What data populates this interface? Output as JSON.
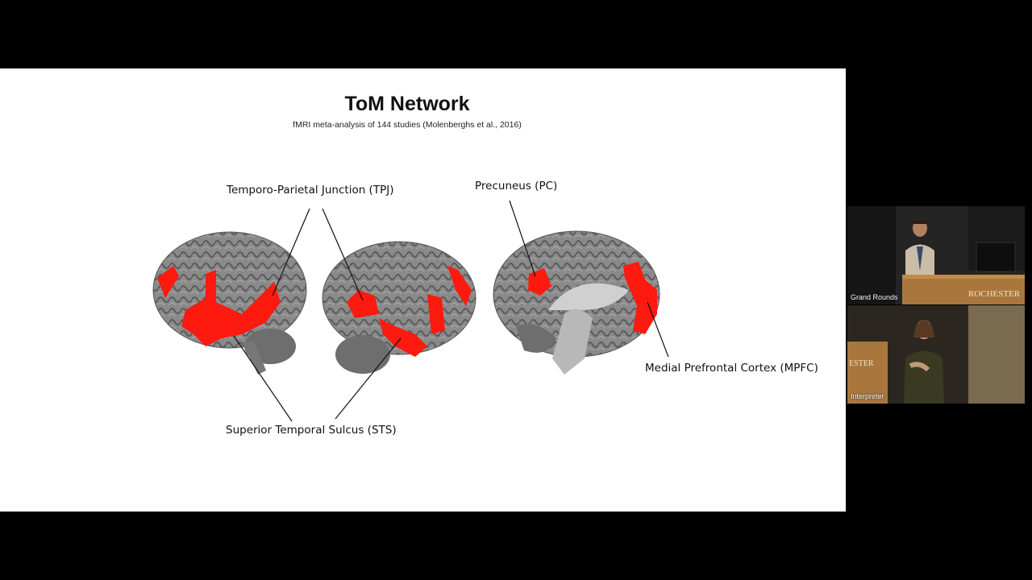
{
  "slide": {
    "title": "ToM Network",
    "subtitle": "fMRI meta-analysis of 144 studies (Molenberghs et al., 2016)",
    "labels": {
      "tpj": "Temporo-Parietal Junction (TPJ)",
      "pc": "Precuneus (PC)",
      "mpfc": "Medial Prefrontal Cortex (MPFC)",
      "sts": "Superior Temporal Sulcus (STS)"
    },
    "colors": {
      "activation": "#ff1a10",
      "cortex": "#7a7a7a",
      "background": "#ffffff"
    }
  },
  "video_feeds": [
    {
      "label": "Grand Rounds",
      "sign_text": "ROCHESTER"
    },
    {
      "label": "Interpreter",
      "sign_text": "ESTER"
    }
  ]
}
